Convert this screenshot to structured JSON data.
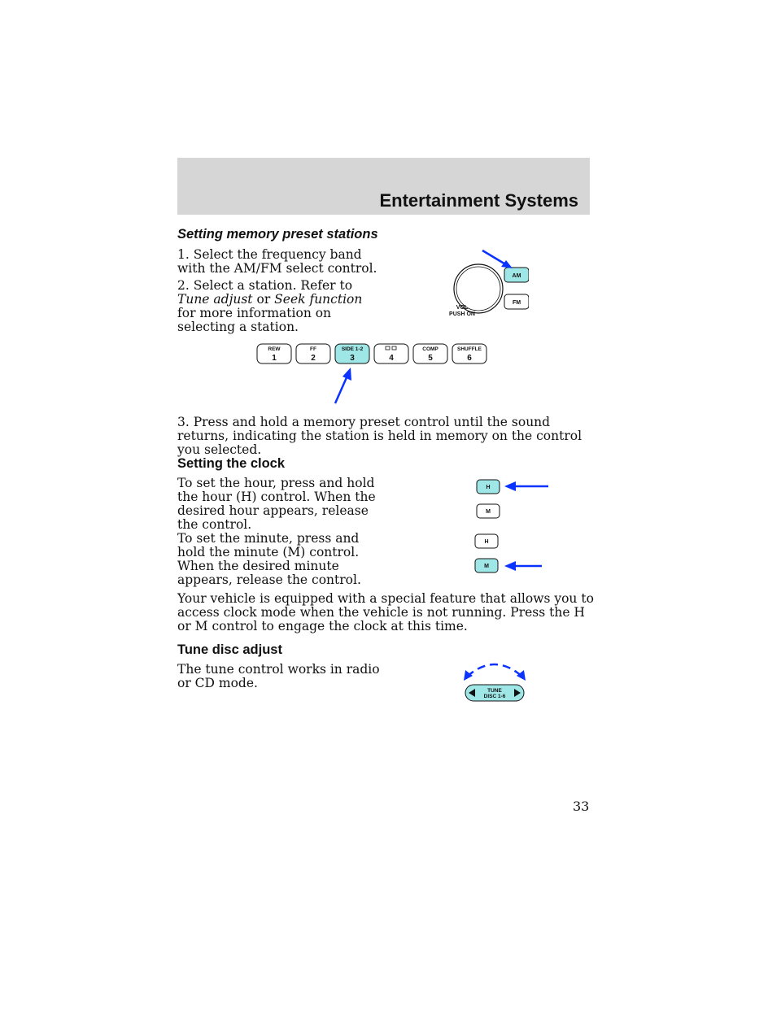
{
  "header": {
    "title": "Entertainment Systems"
  },
  "sections": {
    "presets": {
      "heading": "Setting memory preset stations",
      "step1": "1. Select the frequency band with the AM/FM select control.",
      "step2_prefix": "2. Select a station. Refer to",
      "step2_link1": "Tune adjust",
      "step2_or": "or",
      "step2_link2": "Seek function",
      "step2_suffix": "for more information on selecting a station.",
      "step3": "3. Press and hold a memory preset control until the sound returns, indicating the station is held in memory on the control you selected."
    },
    "clock": {
      "heading": "Setting the clock",
      "para1": "To set the hour, press and hold the hour (H) control. When the desired hour appears, release the control.",
      "para2": "To set the minute, press and hold the minute (M) control. When the desired minute appears, release the control.",
      "para3": "Your vehicle is equipped with a special feature that allows you to access clock mode when the vehicle is not running. Press the H or M control to engage the clock at this time."
    },
    "tune": {
      "heading": "Tune disc adjust",
      "para1": "The tune control works in radio or CD mode."
    }
  },
  "diagram_radio": {
    "am_label": "AM",
    "fm_label": "FM",
    "vol_label_line1": "VOL",
    "vol_label_line2": "PUSH ON",
    "presets": [
      {
        "top": "REW",
        "num": "1"
      },
      {
        "top": "FF",
        "num": "2"
      },
      {
        "top": "SIDE 1-2",
        "num": "3"
      },
      {
        "top": "",
        "num": "4"
      },
      {
        "top": "COMP",
        "num": "5"
      },
      {
        "top": "SHUFFLE",
        "num": "6"
      }
    ],
    "highlight_color": "#9fe6e6",
    "arrow_color": "#0a33ff"
  },
  "diagram_clock_hour": {
    "h_label": "H",
    "m_label": "M"
  },
  "diagram_clock_minute": {
    "h_label": "H",
    "m_label": "M"
  },
  "diagram_tune": {
    "line1": "TUNE",
    "line2": "DISC 1-6"
  },
  "page_number": "33"
}
